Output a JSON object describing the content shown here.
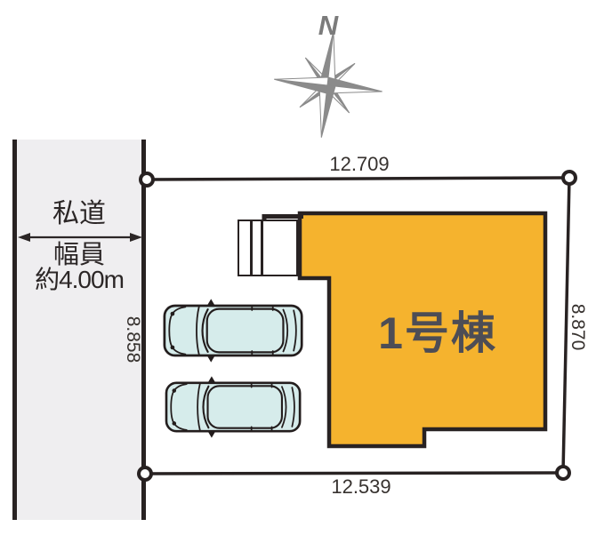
{
  "compass": {
    "north_label": "N"
  },
  "road": {
    "name_label": "私道",
    "width_label": "幅員",
    "width_value": "約4.00m"
  },
  "plot": {
    "dim_top": "12.709",
    "dim_bottom": "12.539",
    "dim_left": "8.858",
    "dim_right": "8.870"
  },
  "building": {
    "label": "1号棟"
  },
  "cars": {
    "count": 2
  },
  "colors": {
    "building_fill": "#F5B32E",
    "car_fill": "#D6ECEB",
    "road_fill": "#EFEEF0",
    "line": "#282222",
    "dim_text": "#37322F",
    "road_text": "#2B2626",
    "building_text": "#4D4D55",
    "compass_gray": "#8B8B8B"
  }
}
